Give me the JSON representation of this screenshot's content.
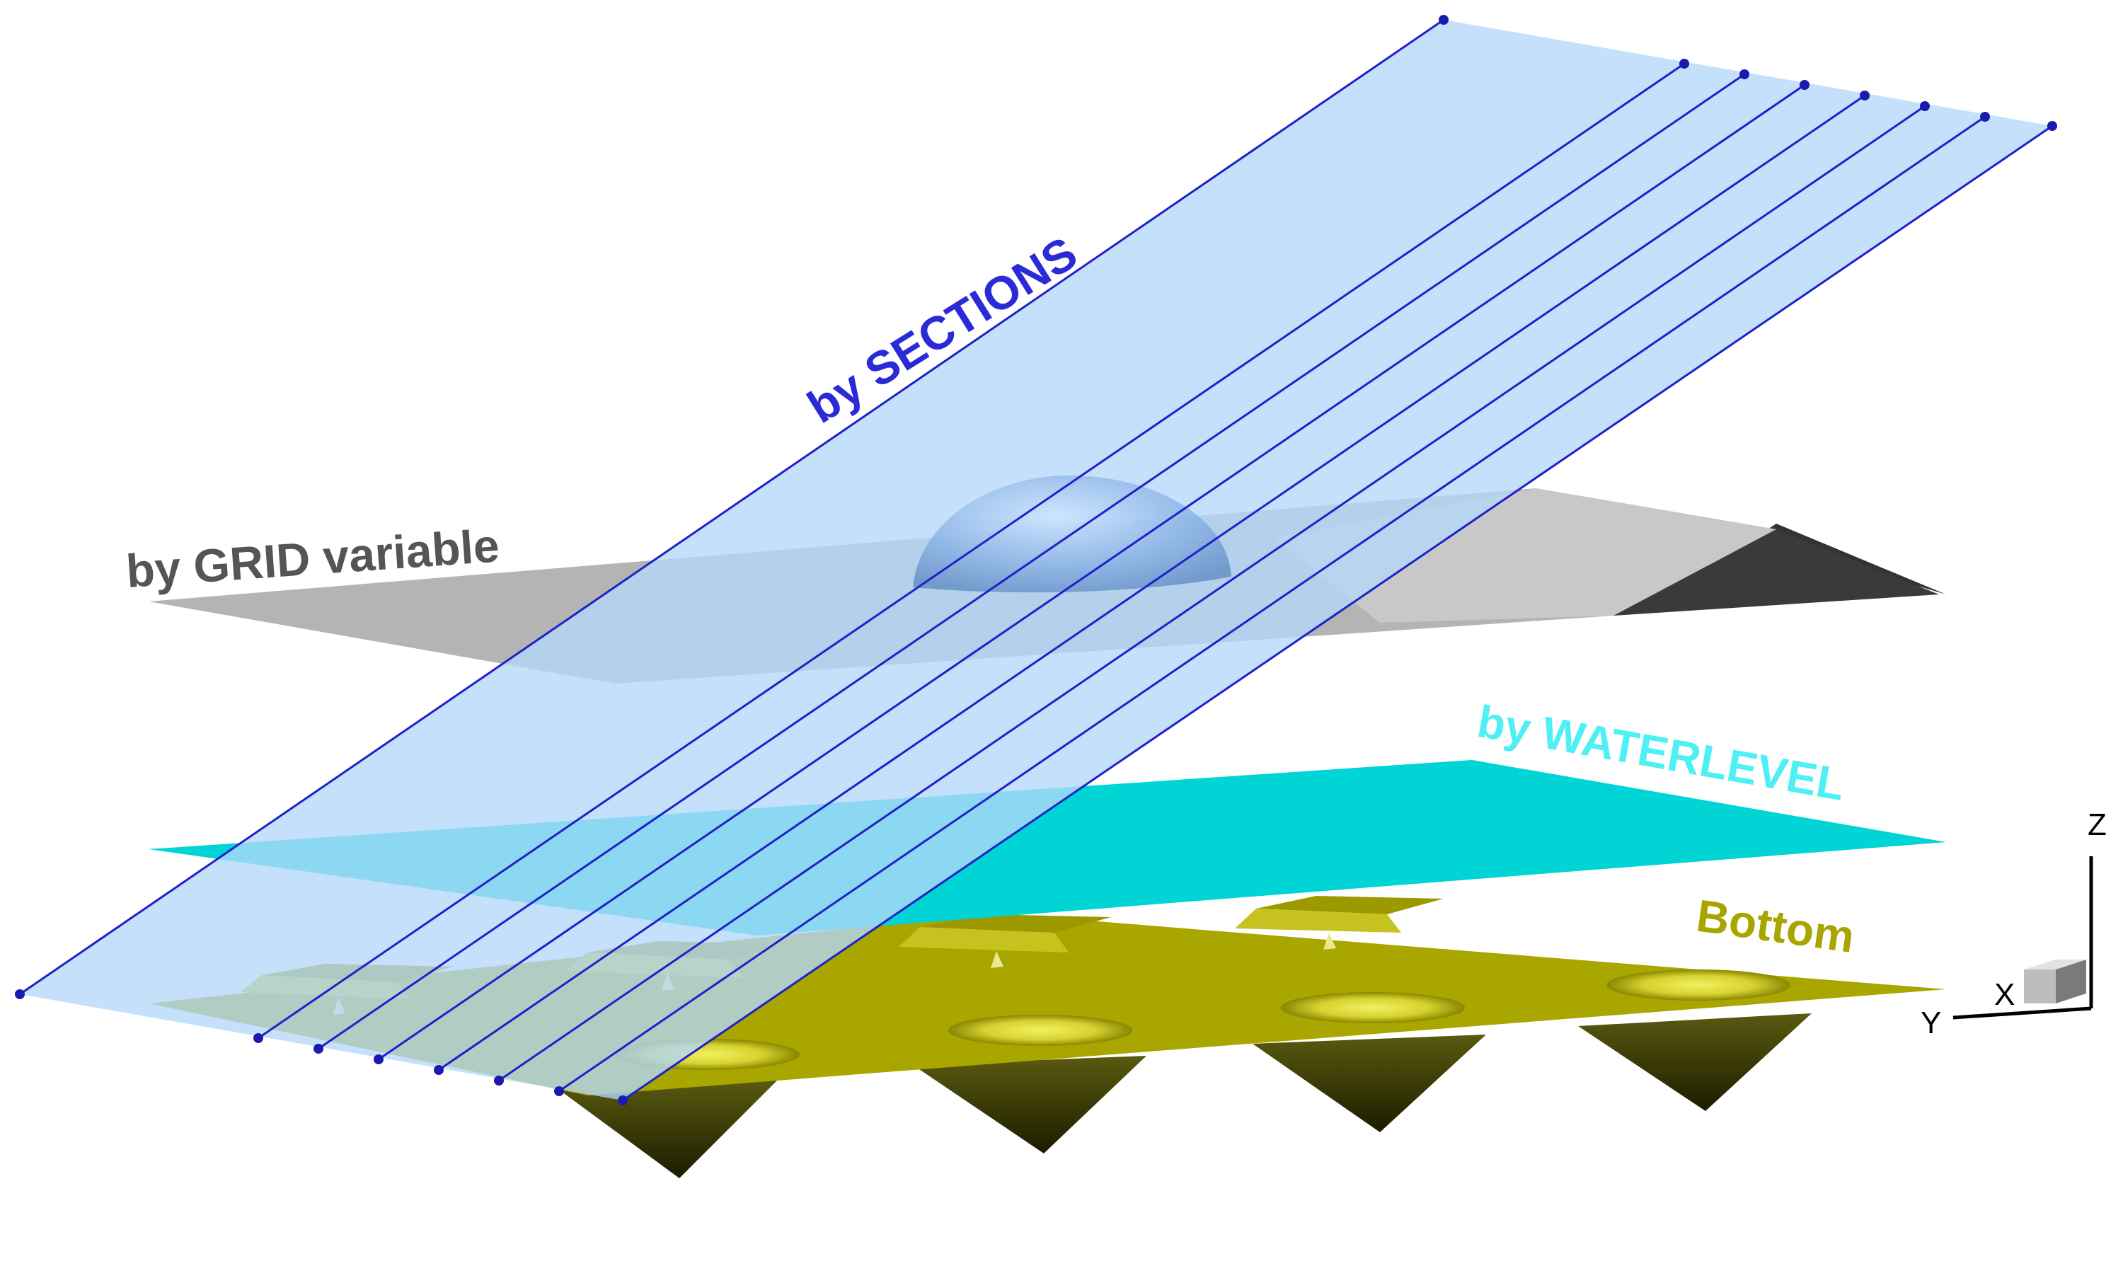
{
  "labels": {
    "sections": "by SECTIONS",
    "grid": "by GRID variable",
    "waterlevel": "by WATERLEVEL",
    "bottom": "Bottom"
  },
  "axes": {
    "z": "Z",
    "y": "Y",
    "x": "X"
  },
  "colors": {
    "sections_plane": "#b3d7fa",
    "sections_lines": "#2020c8",
    "sections_label": "#2a2ad6",
    "grid_plane": "#b4b4b4",
    "grid_label": "#555555",
    "water_plane": "#00d4d4",
    "water_label": "#4ef0f4",
    "bottom_plane": "#aaa600",
    "bottom_label": "#a8a400",
    "pit": "#2a2a00"
  }
}
